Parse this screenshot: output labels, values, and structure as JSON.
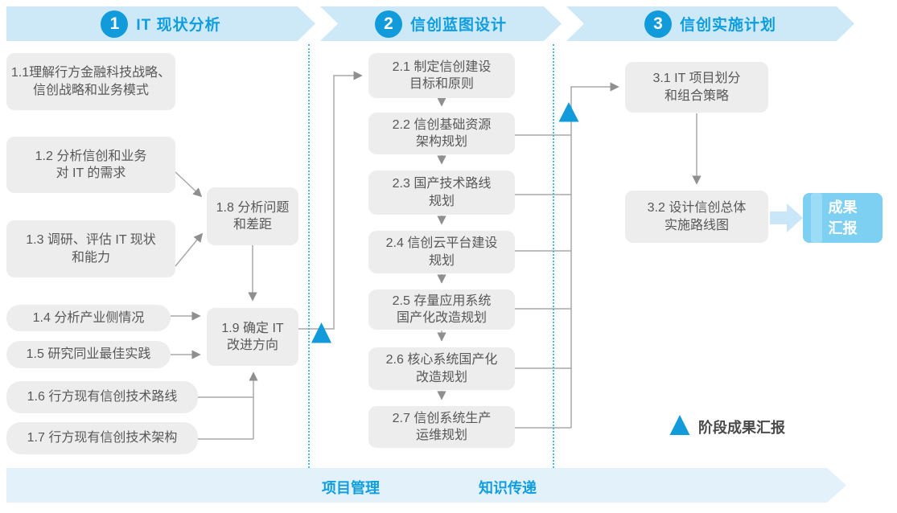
{
  "diagram_title": "信创规划三阶段流程图",
  "colors": {
    "accent_blue": "#119bdb",
    "title_text_blue": "#0e9ddf",
    "banner_fill": "#cde9f8",
    "bottom_banner_fill": "#e3f1fb",
    "box_fill": "#ededed",
    "box_text_gray": "#595757",
    "connector_gray": "#a8a8a8",
    "result_box_fill": "#7ed0f2",
    "thick_arrow_fill": "#c9e7f8",
    "legend_text": "#4a4a4a"
  },
  "phases": [
    {
      "number": "1",
      "title": "IT 现状分析"
    },
    {
      "number": "2",
      "title": "信创蓝图设计"
    },
    {
      "number": "3",
      "title": "信创实施计划"
    }
  ],
  "boxes": {
    "b1_1": "1.1理解行方金融科技战略、\n信创战略和业务模式",
    "b1_2": "1.2 分析信创和业务\n对 IT 的需求",
    "b1_3": "1.3 调研、评估 IT 现状\n和能力",
    "b1_4": "1.4 分析产业侧情况",
    "b1_5": "1.5 研究同业最佳实践",
    "b1_6": "1.6 行方现有信创技术路线",
    "b1_7": "1.7 行方现有信创技术架构",
    "b1_8": "1.8 分析问题\n和差距",
    "b1_9": "1.9 确定 IT\n改进方向",
    "b2_1": "2.1 制定信创建设\n目标和原则",
    "b2_2": "2.2 信创基础资源\n架构规划",
    "b2_3": "2.3 国产技术路线\n规划",
    "b2_4": "2.4 信创云平台建设\n规划",
    "b2_5": "2.5 存量应用系统\n国产化改造规划",
    "b2_6": "2.6 核心系统国产化\n改造规划",
    "b2_7": "2.7 信创系统生产\n运维规划",
    "b3_1": "3.1 IT 项目划分\n和组合策略",
    "b3_2": "3.2 设计信创总体\n实施路线图"
  },
  "result_box": {
    "label": "成果\n汇报"
  },
  "legend": {
    "label": "阶段成果汇报"
  },
  "bottom_banner": {
    "items": [
      {
        "label": "项目管理"
      },
      {
        "label": "知识传递"
      }
    ]
  }
}
